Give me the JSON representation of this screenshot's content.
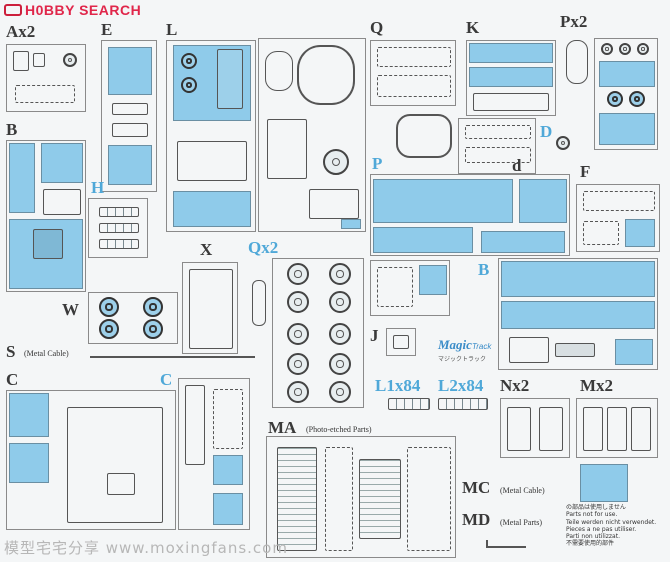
{
  "header": {
    "brand": "H0BBY SEARCH"
  },
  "sprues": {
    "ax2": "Ax2",
    "e": "E",
    "l": "L",
    "q": "Q",
    "k": "K",
    "px2": "Px2",
    "b_left": "B",
    "d_upper": "D",
    "d_lower": "d",
    "f": "F",
    "p": "P",
    "h": "H",
    "x": "X",
    "qx2": "Qx2",
    "b_right": "B",
    "w": "W",
    "j": "J",
    "s": "S",
    "s_note": "(Metal Cable)",
    "c_left": "C",
    "c_mid": "C",
    "l1x84": "L1x84",
    "l2x84": "L2x84",
    "nx2": "Nx2",
    "mx2": "Mx2",
    "ma": "MA",
    "ma_note": "(Photo-etched Parts)",
    "mc": "MC",
    "mc_note": "(Metal Cable)",
    "md": "MD",
    "md_note": "(Metal Parts)"
  },
  "magic_track": {
    "title": "Magic",
    "title2": "Track",
    "sub": "マジックトラック"
  },
  "unused_notes": [
    "の部品は使用しません",
    "Parts not for use.",
    "Teile werden nicht verwendet.",
    "Pieces a ne pas utiliser.",
    "Parti non utilizzat.",
    "不需要使用的部件"
  ],
  "watermark": "模型宅宅分享 www.moxingfans.com"
}
